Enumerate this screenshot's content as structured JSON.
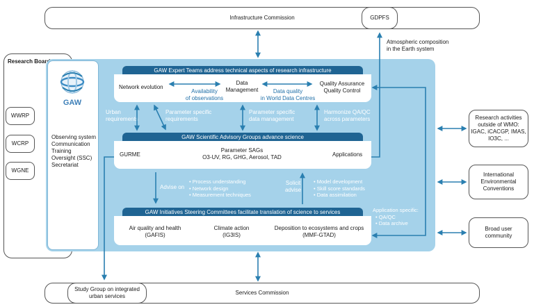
{
  "top": {
    "infrastructure": "Infrastructure Commission",
    "gdpfs": "GDPFS"
  },
  "atmospheric": [
    "Atmospheric composition",
    "in the Earth system"
  ],
  "research_board": {
    "title": "Research Board",
    "members": [
      "WWRP",
      "WCRP",
      "WGNE"
    ]
  },
  "gaw_logo": {
    "text": "GAW"
  },
  "gaw_functions": [
    "Observing system",
    "Communication",
    "Training",
    "Oversight (SSC)",
    "Secretariat"
  ],
  "expert_teams": {
    "header": "GAW Expert Teams address technical aspects of research infrastructure",
    "network": "Network evolution",
    "availability": [
      "Availability",
      "of observations"
    ],
    "data_mgmt": [
      "Data",
      "Management"
    ],
    "data_quality": [
      "Data quality",
      "in World Data Centres"
    ],
    "qa": [
      "Quality Assurance",
      "Quality Control"
    ]
  },
  "mid_labels": {
    "urban": [
      "Urban",
      "requirements"
    ],
    "param_req": [
      "Parameter specific",
      "requirements"
    ],
    "param_dm": [
      "Parameter specific",
      "data management"
    ],
    "harmonize": [
      "Harmonize QA/QC",
      "across parameters"
    ]
  },
  "sags": {
    "header": "GAW Scientific Advisory Groups advance science",
    "gurme": "GURME",
    "param": [
      "Parameter SAGs",
      "O3-UV, RG, GHG, Aerosol, TAD"
    ],
    "applications": "Applications"
  },
  "advise": {
    "label": "Advise on",
    "items": [
      "Process understanding",
      "Network design",
      "Measurement techniques"
    ],
    "solicit": [
      "Solicit",
      "advise"
    ],
    "items2": [
      "Model development",
      "Skill score standards",
      "Data assimilation"
    ]
  },
  "app_specific": {
    "title": "Application specific:",
    "items": [
      "QA/QC",
      "Data archive"
    ]
  },
  "initiatives": {
    "header": "GAW Initiatives Steering Committees facilitate translation of science to services",
    "air": [
      "Air quality and health",
      "(GAFIS)"
    ],
    "climate": [
      "Climate action",
      "(IG3IS)"
    ],
    "deposition": [
      "Deposition to ecosystems and crops",
      "(MMF-GTAD)"
    ]
  },
  "right_boxes": {
    "research": [
      "Research activities",
      "outside of WMO:",
      "IGAC, iCACGP, IMAS,",
      "IO3C, ..."
    ],
    "conventions": [
      "International",
      "Environmental",
      "Conventions"
    ],
    "broad": [
      "Broad user",
      "community"
    ]
  },
  "bottom": {
    "study_group": [
      "Study Group on integrated",
      "urban services"
    ],
    "services": "Services Commission"
  },
  "colors": {
    "panel": "#a5d2ea",
    "header": "#1f6493",
    "arrow": "#2a7fb0"
  }
}
